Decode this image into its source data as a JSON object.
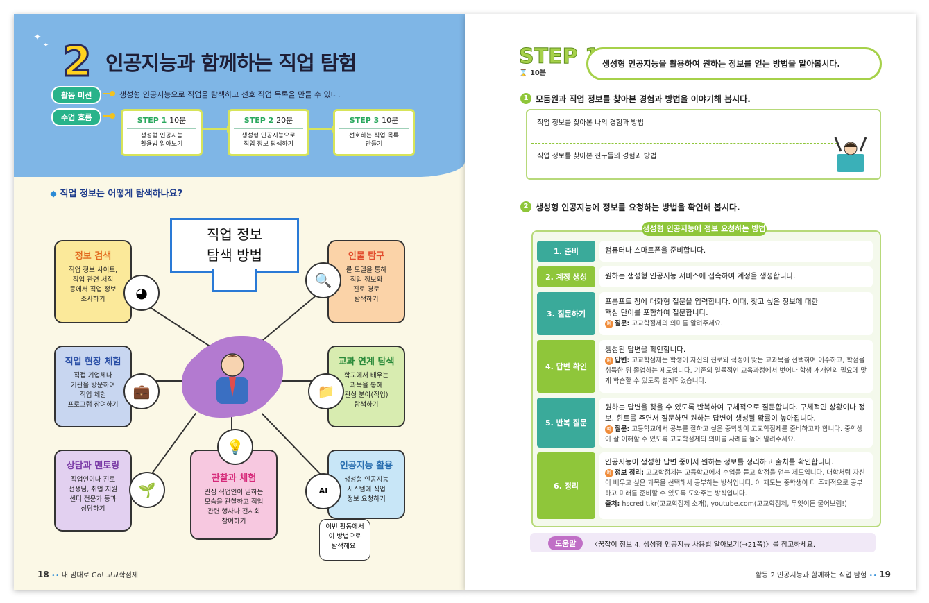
{
  "left": {
    "number": "2",
    "title": "인공지능과 함께하는 직업 탐험",
    "mission_label": "활동 미션",
    "mission_text": "생성형 인공지능으로 직업을 탐색하고 선호 직업 목록을 만들 수 있다.",
    "flow_label": "수업 흐름",
    "steps": [
      {
        "head": "STEP 1",
        "time": "10분",
        "line1": "생성형 인공지능",
        "line2": "활용법 알아보기"
      },
      {
        "head": "STEP 2",
        "time": "20분",
        "line1": "생성형 인공지능으로",
        "line2": "직업 정보 탐색하기"
      },
      {
        "head": "STEP 3",
        "time": "10분",
        "line1": "선호하는 직업 목록",
        "line2": "만들기"
      }
    ],
    "question": "직업 정보는 어떻게 탐색하나요?",
    "center_line1": "직업 정보",
    "center_line2": "탐색 방법",
    "categories": [
      {
        "title": "정보 검색",
        "lines": [
          "직업 정보 사이트,",
          "직업 관련 서적",
          "등에서 직업 정보",
          "조사하기"
        ]
      },
      {
        "title": "인물 탐구",
        "lines": [
          "롤 모델을 통해",
          "직업 정보와",
          "진로 경로",
          "탐색하기"
        ]
      },
      {
        "title": "직업 현장 체험",
        "lines": [
          "직접 기업체나",
          "기관을 방문하여",
          "직업 체험",
          "프로그램 참여하기"
        ]
      },
      {
        "title": "교과 연계 탐색",
        "lines": [
          "학교에서 배우는",
          "과목을 통해",
          "관심 분야(직업)",
          "탐색하기"
        ]
      },
      {
        "title": "상담과 멘토링",
        "lines": [
          "직업인이나 진로",
          "선생님, 취업 지원",
          "센터 전문가 등과",
          "상담하기"
        ]
      },
      {
        "title": "관찰과 체험",
        "lines": [
          "관심 직업인이 일하는",
          "모습을 관찰하고 직업",
          "관련 행사나 전시회",
          "참여하기"
        ]
      },
      {
        "title": "인공지능 활용",
        "lines": [
          "생성형 인공지능",
          "시스템에 직업",
          "정보 요청하기"
        ]
      }
    ],
    "speech_lines": [
      "이번 활동에서",
      "이 방법으로",
      "탐색해요!"
    ],
    "page_number": "18",
    "footer": "내 맘대로 Go! 고교학점제",
    "ai_badge": "AI"
  },
  "right": {
    "step_title": "STEP 1",
    "step_time": "10분",
    "step_text": "생성형 인공지능을 활용하여 원하는 정보를 얻는 방법을 알아봅시다.",
    "q1_num": "1",
    "q1_text": "모둠원과 직업 정보를 찾아본 경험과 방법을 이야기해 봅시다.",
    "q1_label_a": "직업 정보를 찾아본 나의 경험과 방법",
    "q1_label_b": "직업 정보를 찾아본 친구들의 경험과 방법",
    "q2_num": "2",
    "q2_text": "생성형 인공지능에 정보를 요청하는 방법을 확인해 봅시다.",
    "req_title": "생성형 인공지능에 정보 요청하는 방법",
    "ex_mark": "예",
    "rows": [
      {
        "label": "1. 준비",
        "text": "컴퓨터나 스마트폰을 준비합니다.",
        "ex_label": "",
        "ex": ""
      },
      {
        "label": "2. 계정 생성",
        "text": "원하는 생성형 인공지능 서비스에 접속하여 계정을 생성합니다.",
        "ex_label": "",
        "ex": ""
      },
      {
        "label": "3. 질문하기",
        "text": "프롬프트 창에 대화형 질문을 입력합니다. 이때, 찾고 싶은 정보에 대한 핵심 단어를 포함하여 질문합니다.",
        "ex_label": "질문:",
        "ex": "고교학점제의 의미를 알려주세요."
      },
      {
        "label": "4. 답변 확인",
        "text": "생성된 답변을 확인합니다.",
        "ex_label": "답변:",
        "ex": "고교학점제는 학생이 자신의 진로와 적성에 맞는 교과목을 선택하여 이수하고, 학점을 취득한 뒤 졸업하는 제도입니다. 기존의 일률적인 교육과정에서 벗어나 학생 개개인의 필요에 맞게 학습할 수 있도록 설계되었습니다."
      },
      {
        "label": "5. 반복 질문",
        "text": "원하는 답변을 찾을 수 있도록 반복하여 구체적으로 질문합니다. 구체적인 상황이나 정보, 힌트를 주면서 질문하면 원하는 답변이 생성될 확률이 높아집니다.",
        "ex_label": "질문:",
        "ex": "고등학교에서 공부를 잘하고 싶은 중학생이 고교학점제를 준비하고자 합니다. 중학생이 잘 이해할 수 있도록 고교학점제의 의미를 사례를 들어 알려주세요."
      },
      {
        "label": "6. 정리",
        "text": "인공지능이 생성한 답변 중에서 원하는 정보를 정리하고 출처를 확인합니다.",
        "ex_label": "정보 정리:",
        "ex": "고교학점제는 고등학교에서 수업을 듣고 학점을 얻는 제도입니다. 대학처럼 자신이 배우고 싶은 과목을 선택해서 공부하는 방식입니다. 이 제도는 중학생이 더 주체적으로 공부하고 미래를 준비할 수 있도록 도와주는 방식입니다.",
        "src_label": "출처:",
        "src": "hscredit.kr(고교학점제 소개), youtube.com(고교학점제, 무엇이든 물어보램!)"
      }
    ],
    "help_tag": "도움말",
    "help_text": "〈꿈잡이 정보 4. 생성형 인공지능 사용법 알아보기(→21쪽)〉를 참고하세요.",
    "footer": "활동 2  인공지능과 함께하는 직업 탐험",
    "page_number": "19"
  },
  "colors": {
    "header_blue": "#7fb6e6",
    "green_accent": "#28b38a",
    "lime": "#a6d14a",
    "row_teal": "#3aaa9a",
    "row_green": "#8fc63a",
    "help_purple": "#c06fc6"
  }
}
